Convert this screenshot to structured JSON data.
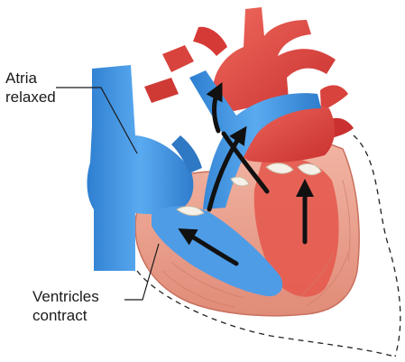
{
  "labels": {
    "atria_line1": "Atria",
    "atria_line2": "relaxed",
    "ventricles_line1": "Ventricles",
    "ventricles_line2": "contract"
  },
  "colors": {
    "background": "#ffffff",
    "arterial_red": "#e2413f",
    "venous_blue": "#3c8fd6",
    "myocardium": "#e89b8c",
    "heart_interior": "#f6c7b6",
    "arrow": "#111111",
    "leader_line": "#1a1a1a"
  }
}
